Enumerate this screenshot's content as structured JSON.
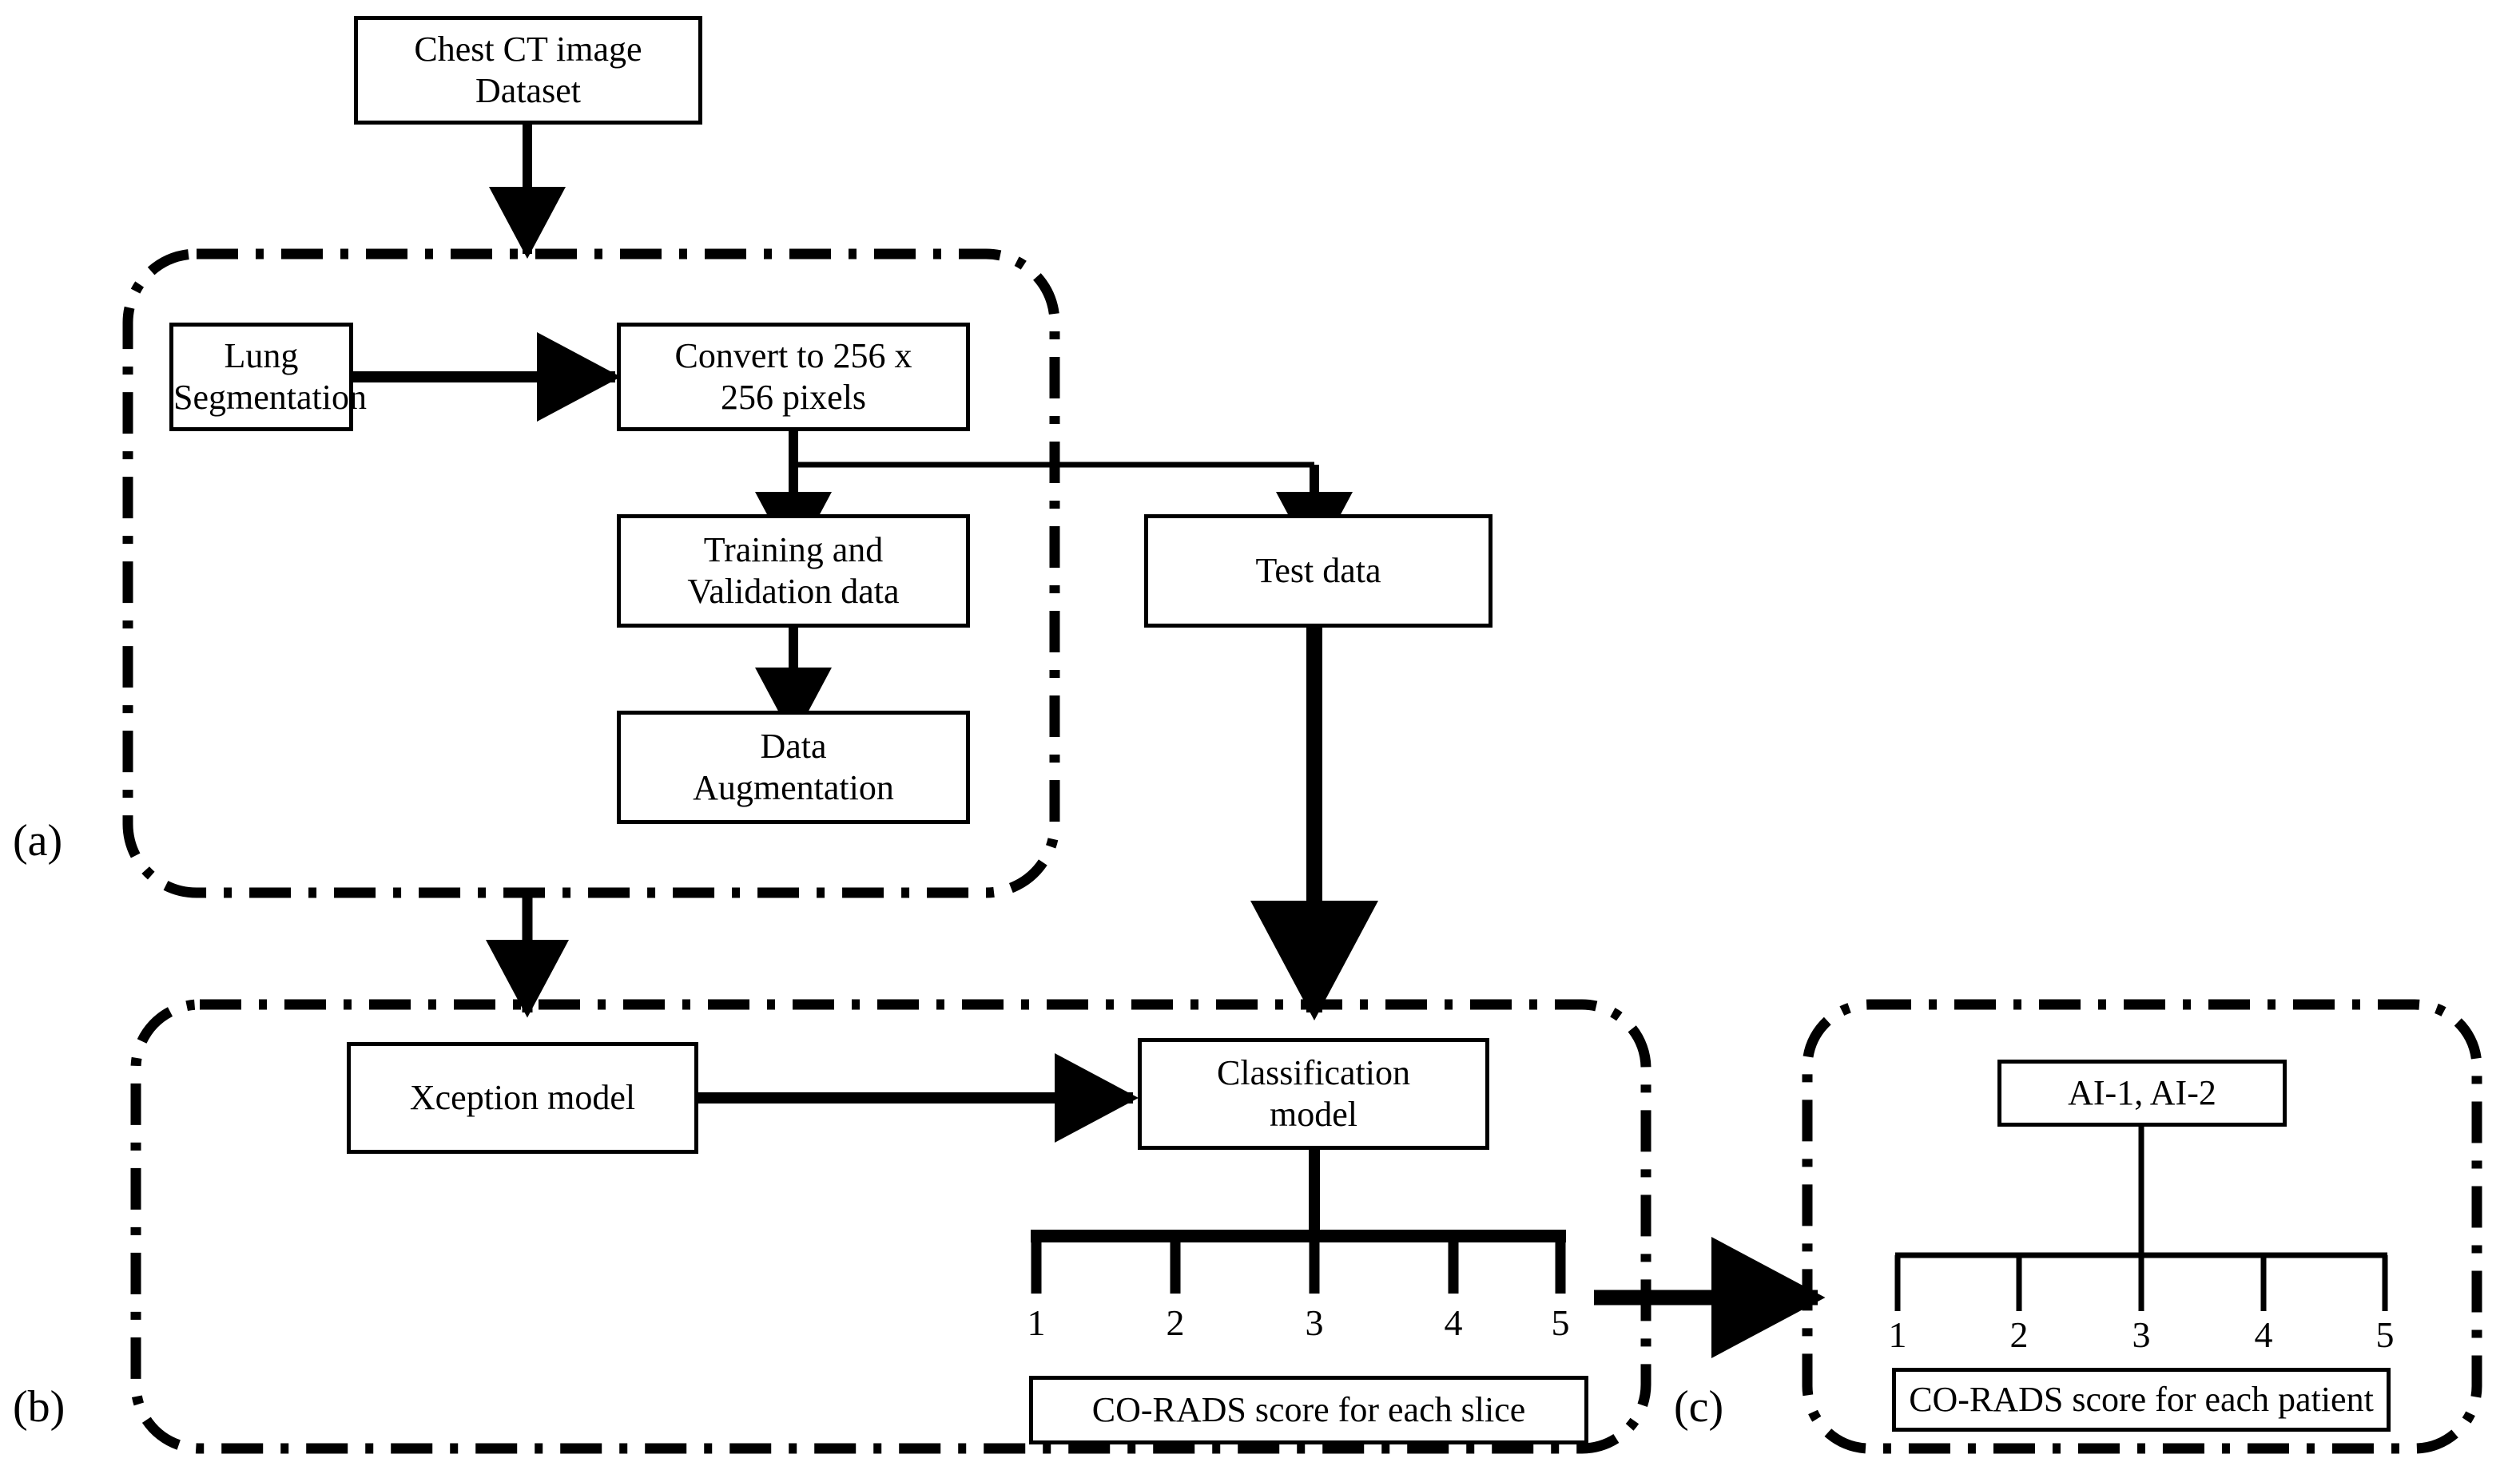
{
  "figure": {
    "type": "flowchart",
    "panels": [
      {
        "id": "a",
        "label": "(a)",
        "name": "preprocessing-panel"
      },
      {
        "id": "b",
        "label": "(b)",
        "name": "slice-classification-panel"
      },
      {
        "id": "c",
        "label": "(c)",
        "name": "patient-scoring-panel"
      }
    ]
  },
  "nodes": {
    "dataset": "Chest CT image Dataset",
    "dataset_line1": "Chest CT image",
    "dataset_line2": "Dataset",
    "lung_segmentation_line1": "Lung",
    "lung_segmentation_line2": "Segmentation",
    "convert_line1": "Convert to 256 x",
    "convert_line2": "256 pixels",
    "training_line1": "Training and",
    "training_line2": "Validation data",
    "augmentation_line1": "Data",
    "augmentation_line2": "Augmentation",
    "test_data": "Test data",
    "xception_model": "Xception model",
    "classification_line1": "Classification",
    "classification_line2": "model",
    "corads_slice": "CO-RADS score for each slice",
    "ai_readers": "AI-1, AI-2",
    "corads_patient": "CO-RADS score for each patient"
  },
  "score_scale_b": {
    "name": "corads-scale-slice",
    "ticks": [
      "1",
      "2",
      "3",
      "4",
      "5"
    ]
  },
  "score_scale_c": {
    "name": "corads-scale-patient",
    "ticks": [
      "1",
      "2",
      "3",
      "4",
      "5"
    ]
  },
  "colors": {
    "stroke": "#000000",
    "fill": "#ffffff",
    "text": "#000000"
  }
}
